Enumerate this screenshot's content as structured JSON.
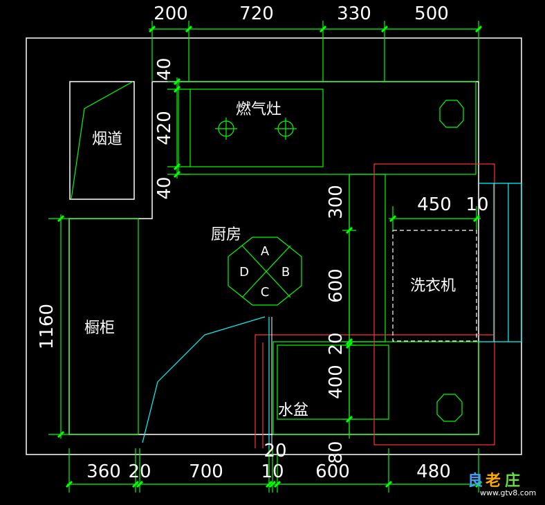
{
  "dims": {
    "top": [
      "200",
      "720",
      "330",
      "500"
    ],
    "left_top": [
      "40",
      "420",
      "40"
    ],
    "left": [
      "1160"
    ],
    "mid": [
      "300",
      "600",
      "20",
      "400",
      "80"
    ],
    "washer": [
      "450",
      "10"
    ],
    "bottom": [
      "360",
      "20",
      "700",
      "10",
      "20",
      "600",
      "480"
    ]
  },
  "rooms": {
    "flue": "烟道",
    "stove": "燃气灶",
    "kitchen": "厨房",
    "cabinet": "橱柜",
    "washer": "洗衣机",
    "sink": "水盆"
  },
  "compass": [
    "A",
    "B",
    "C",
    "D"
  ],
  "watermark": {
    "chars": [
      "良",
      "老",
      "庄"
    ],
    "url": "www.gtv8.com"
  },
  "colors": {
    "dim_line": "#00ff00",
    "wall": "#ffffff",
    "red": "#ff3333",
    "cyan": "#00ffff"
  }
}
